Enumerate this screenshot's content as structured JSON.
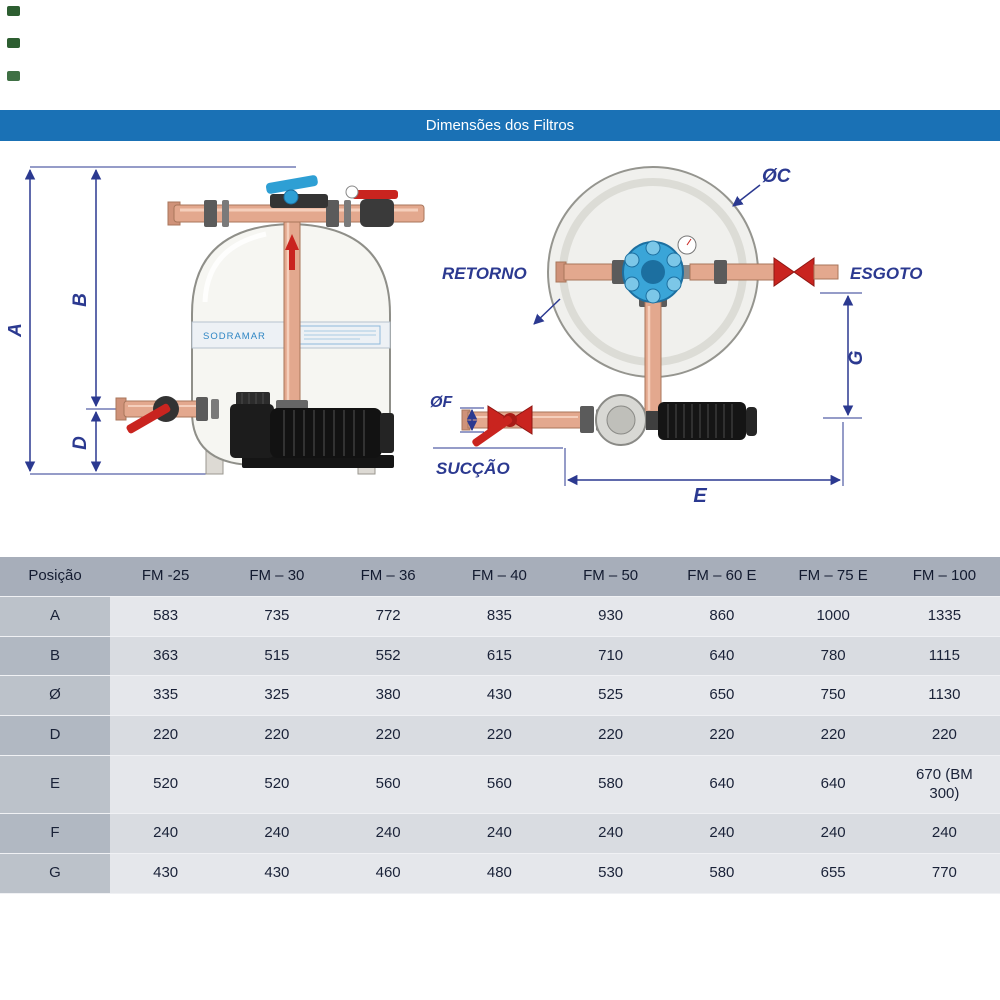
{
  "header": {
    "title": "Dimensões dos Filtros",
    "bg_color": "#1a71b5"
  },
  "diagram_left": {
    "dim_a": "A",
    "dim_b": "B",
    "dim_d": "D",
    "brand": "SODRAMAR"
  },
  "diagram_right": {
    "label_retorno": "RETORNO",
    "label_esgoto": "ESGOTO",
    "label_succao": "SUCÇÃO",
    "dim_c": "ØC",
    "dim_f": "ØF",
    "dim_g": "G",
    "dim_e": "E"
  },
  "colors": {
    "title_bar_blue": "#1a71b5",
    "dimension_blue": "#2b3990",
    "pipe_salmon": "#e3a88e",
    "valve_red": "#c9241f",
    "valve_blue": "#2e9fd4",
    "table_header_bg": "#a7aeba",
    "row_light_bg": "#e5e7eb",
    "row_dark_bg": "#d9dce1"
  },
  "table": {
    "columns": [
      "Posição",
      "FM -25",
      "FM – 30",
      "FM – 36",
      "FM – 40",
      "FM – 50",
      "FM – 60 E",
      "FM – 75 E",
      "FM – 100"
    ],
    "rows": [
      {
        "label": "A",
        "values": [
          "583",
          "735",
          "772",
          "835",
          "930",
          "860",
          "1000",
          "1335"
        ]
      },
      {
        "label": "B",
        "values": [
          "363",
          "515",
          "552",
          "615",
          "710",
          "640",
          "780",
          "1115"
        ]
      },
      {
        "label": "Ø",
        "values": [
          "335",
          "325",
          "380",
          "430",
          "525",
          "650",
          "750",
          "1130"
        ]
      },
      {
        "label": "D",
        "values": [
          "220",
          "220",
          "220",
          "220",
          "220",
          "220",
          "220",
          "220"
        ]
      },
      {
        "label": "E",
        "values": [
          "520",
          "520",
          "560",
          "560",
          "580",
          "640",
          "640",
          "670 (BM 300)"
        ]
      },
      {
        "label": "F",
        "values": [
          "240",
          "240",
          "240",
          "240",
          "240",
          "240",
          "240",
          "240"
        ]
      },
      {
        "label": "G",
        "values": [
          "430",
          "430",
          "460",
          "480",
          "530",
          "580",
          "655",
          "770"
        ]
      }
    ]
  }
}
